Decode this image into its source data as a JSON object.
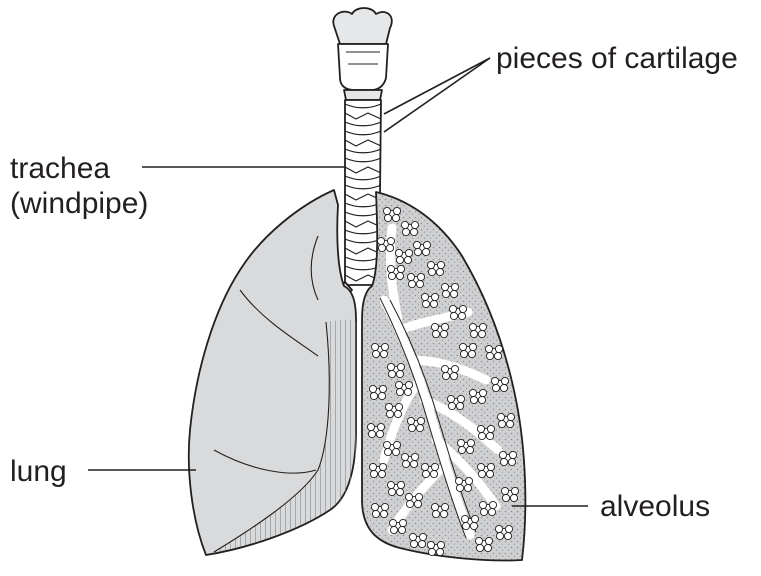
{
  "labels": {
    "cartilage": "pieces of cartilage",
    "trachea_line1": "trachea",
    "trachea_line2": "(windpipe)",
    "lung": "lung",
    "alveolus": "alveolus"
  },
  "colors": {
    "ink": "#231f20",
    "lung_fill": "#d9dadb",
    "lung_shadow": "#bfc1c3",
    "alveoli_field": "#cfd0d1",
    "airway": "#ffffff"
  }
}
